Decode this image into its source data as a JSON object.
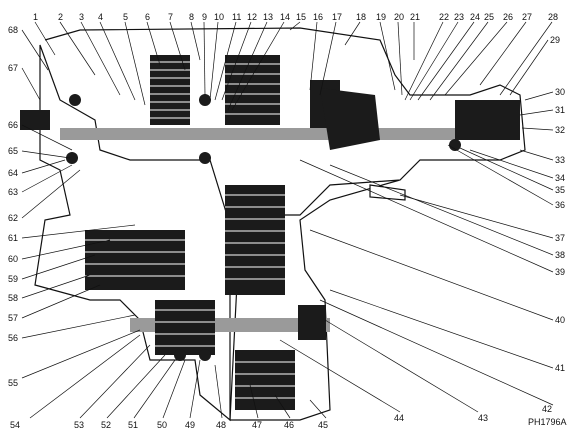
{
  "figure": {
    "caption": "PH1796A",
    "callouts": [
      "1",
      "2",
      "3",
      "4",
      "5",
      "6",
      "7",
      "8",
      "9",
      "10",
      "11",
      "12",
      "13",
      "14",
      "15",
      "16",
      "17",
      "18",
      "19",
      "20",
      "21",
      "22",
      "23",
      "24",
      "25",
      "26",
      "27",
      "28",
      "29",
      "30",
      "31",
      "32",
      "33",
      "34",
      "35",
      "36",
      "37",
      "38",
      "39",
      "40",
      "41",
      "42",
      "43",
      "44",
      "45",
      "46",
      "47",
      "48",
      "49",
      "50",
      "51",
      "52",
      "53",
      "54",
      "55",
      "56",
      "57",
      "58",
      "59",
      "60",
      "61",
      "62",
      "63",
      "64",
      "65",
      "66",
      "67",
      "68"
    ]
  }
}
